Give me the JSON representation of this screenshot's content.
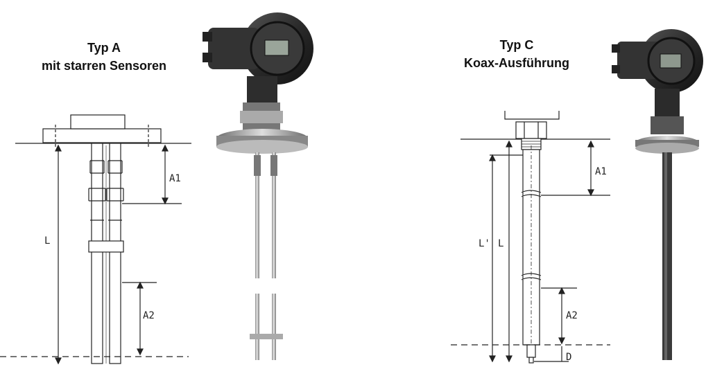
{
  "type_a": {
    "title_line1": "Typ A",
    "title_line2": "mit starren Sensoren",
    "dimensions": {
      "a1": "A1",
      "a2": "A2",
      "length": "L"
    }
  },
  "type_c": {
    "title_line1": "Typ C",
    "title_line2": "Koax-Ausführung",
    "dimensions": {
      "a1": "A1",
      "a2": "A2",
      "length": "L",
      "inner_length": "L'",
      "d": "D"
    }
  },
  "colors": {
    "line": "#222222",
    "device_body": "#2a2a2a",
    "flange": "#9a9a9a",
    "rod": "#b8b8b8"
  },
  "icons": {
    "probe_a_photo": "transmitter-rigid-probe-icon",
    "probe_c_photo": "transmitter-coax-probe-icon"
  }
}
